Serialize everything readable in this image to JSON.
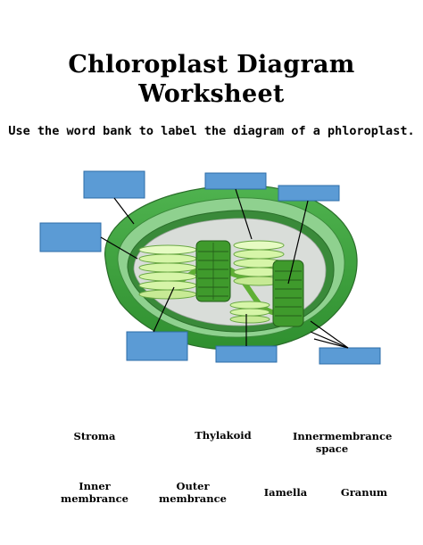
{
  "worksheet": {
    "title_line1": "Chloroplast Diagram",
    "title_line2": "Worksheet",
    "instructions": "Use the word bank to label the diagram of a phloroplast."
  },
  "colors": {
    "outer_membrane": "#5bb85b",
    "intermembrane": "#8fd18f",
    "inner_membrane": "#3a8a3a",
    "stroma": "#d9ddd9",
    "thylakoid_light": "#d6f5a8",
    "thylakoid_dark": "#3f9a2c",
    "label_box": "#5b9bd5"
  },
  "word_bank": {
    "stroma": "Stroma",
    "thylakoid": "Thylakoid",
    "innermembrane_line1": "Innermembrance",
    "innermembrane_line2": "space",
    "inner_line1": "Inner",
    "inner_line2": "membrance",
    "outer_line1": "Outer",
    "outer_line2": "membrance",
    "lamella": "Iamella",
    "granum": "Granum"
  }
}
